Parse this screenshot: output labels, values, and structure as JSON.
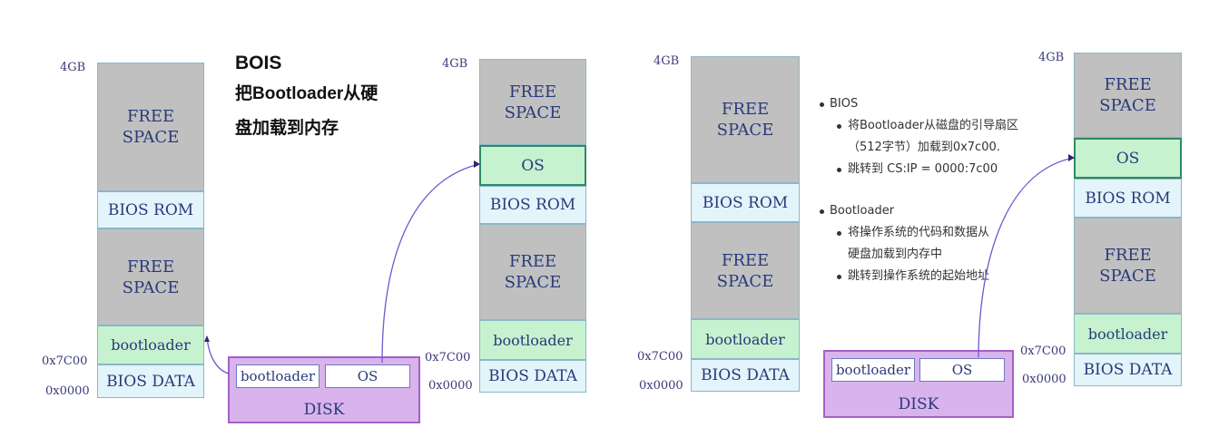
{
  "left": {
    "title": "BOIS",
    "subtitle_line1": "把Bootloader从硬",
    "subtitle_line2": "盘加载到内存",
    "memory_before": {
      "top_label": "4GB",
      "free_top": "FREE\nSPACE",
      "bios_rom": "BIOS ROM",
      "free_mid": "FREE\nSPACE",
      "bootloader": "bootloader",
      "bios_data": "BIOS DATA",
      "addr_7c00": "0x7C00",
      "addr_0000": "0x0000"
    },
    "disk": {
      "slot1": "bootloader",
      "slot2": "OS",
      "label": "DISK"
    },
    "memory_after": {
      "top_label": "4GB",
      "free_top": "FREE\nSPACE",
      "os": "OS",
      "bios_rom": "BIOS ROM",
      "free_mid": "FREE\nSPACE",
      "bootloader": "bootloader",
      "bios_data": "BIOS DATA",
      "addr_7c00": "0x7C00",
      "addr_0000": "0x0000"
    }
  },
  "right": {
    "memory_before": {
      "top_label": "4GB",
      "free_top": "FREE\nSPACE",
      "bios_rom": "BIOS ROM",
      "free_mid": "FREE\nSPACE",
      "bootloader": "bootloader",
      "bios_data": "BIOS DATA",
      "addr_7c00": "0x7C00",
      "addr_0000": "0x0000"
    },
    "disk": {
      "slot1": "bootloader",
      "slot2": "OS",
      "label": "DISK"
    },
    "memory_after": {
      "top_label": "4GB",
      "free_top": "FREE\nSPACE",
      "os": "OS",
      "bios_rom": "BIOS ROM",
      "free_mid": "FREE\nSPACE",
      "bootloader": "bootloader",
      "bios_data": "BIOS DATA",
      "addr_7c00": "0x7C00",
      "addr_0000": "0x0000"
    },
    "notes": {
      "bios_heading": "BIOS",
      "bios_item1_line1": "将Bootloader从磁盘的引导扇区",
      "bios_item1_line2": "（512字节）加载到0x7c00.",
      "bios_item2": "跳转到 CS:IP = 0000:7c00",
      "bootloader_heading": "Bootloader",
      "bootloader_item1_line1": "将操作系统的代码和数据从",
      "bootloader_item1_line2": "硬盘加载到内存中",
      "bootloader_item2": "跳转到操作系统的起始地址"
    }
  },
  "colors": {
    "free_space": "#c0c0c0",
    "bios_rom": "#e3f4fa",
    "bootloader_os": "#c6f2cf",
    "disk": "#d9b3ec",
    "arrow": "#6a5acd"
  }
}
